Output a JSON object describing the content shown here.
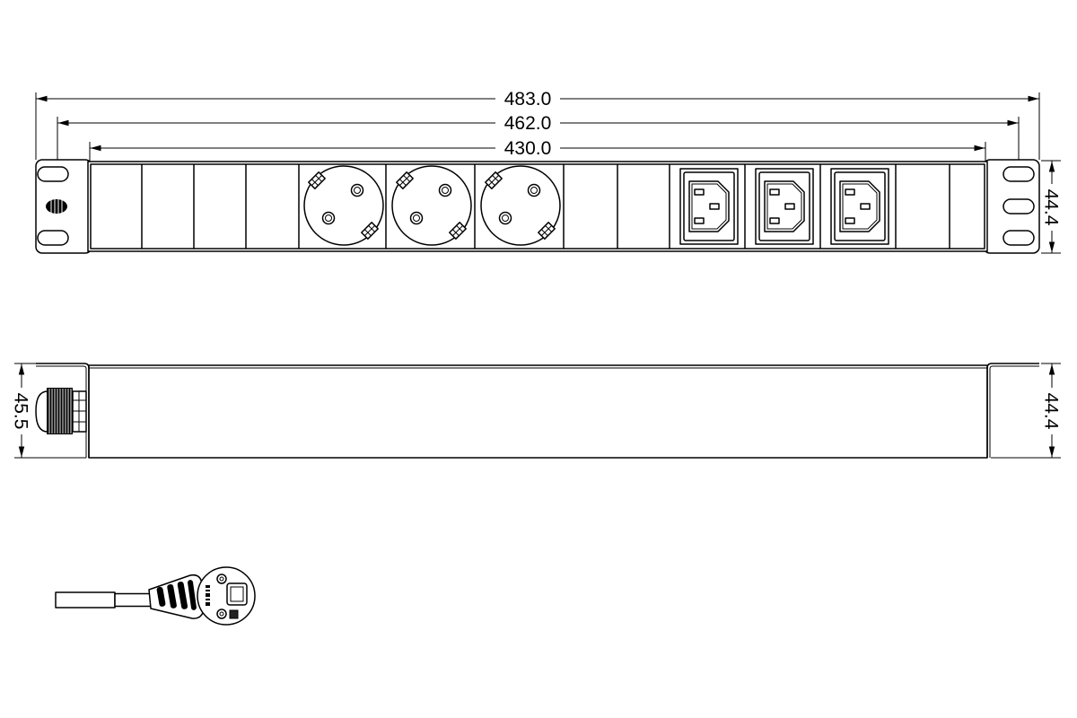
{
  "dimensions": {
    "overall_length": "483.0",
    "mounting_pitch": "462.0",
    "body_length": "430.0",
    "front_height": "44.4",
    "side_body_height": "44.4",
    "side_overall_height": "45.5"
  },
  "colors": {
    "line": "#000000",
    "background": "#ffffff"
  }
}
